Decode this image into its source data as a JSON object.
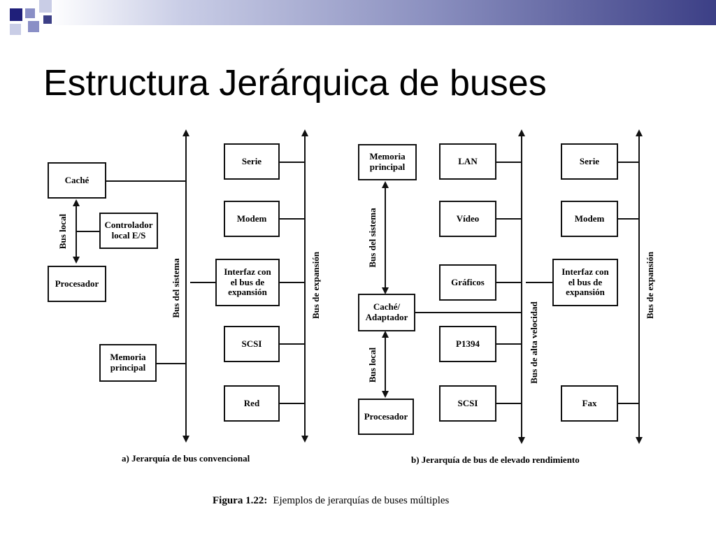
{
  "slide": {
    "title": "Estructura Jerárquica de buses",
    "theme_colors": {
      "dark_blue": "#1f1f7a",
      "mid_blue": "#6e74b6",
      "light_lavender": "#c9cde6"
    }
  },
  "diagram_a": {
    "boxes": {
      "cache": "Caché",
      "controlador": "Controlador\nlocal E/S",
      "procesador": "Procesador",
      "memoria": "Memoria\nprincipal",
      "serie": "Serie",
      "modem": "Modem",
      "interfaz": "Interfaz con\nel bus de\nexpansión",
      "scsi": "SCSI",
      "red": "Red"
    },
    "bus_labels": {
      "local": "Bus local",
      "sistema": "Bus del sistema",
      "expansion": "Bus de expansión"
    },
    "caption": "a) Jerarquía de bus convencional"
  },
  "diagram_b": {
    "boxes": {
      "memoria": "Memoria\nprincipal",
      "cache": "Caché/\nAdaptador",
      "procesador": "Procesador",
      "lan": "LAN",
      "video": "Vídeo",
      "graficos": "Gráficos",
      "p1394": "P1394",
      "scsi": "SCSI",
      "serie": "Serie",
      "modem": "Modem",
      "interfaz": "Interfaz con\nel bus de\nexpansión",
      "fax": "Fax"
    },
    "bus_labels": {
      "sistema": "Bus del sistema",
      "local": "Bus local",
      "alta": "Bus de alta velocidad",
      "expansion": "Bus de expansión"
    },
    "caption": "b) Jerarquía de bus de elevado rendimiento"
  },
  "figure": {
    "number": "Figura 1.22:",
    "caption": "Ejemplos de jerarquías de buses múltiples"
  }
}
